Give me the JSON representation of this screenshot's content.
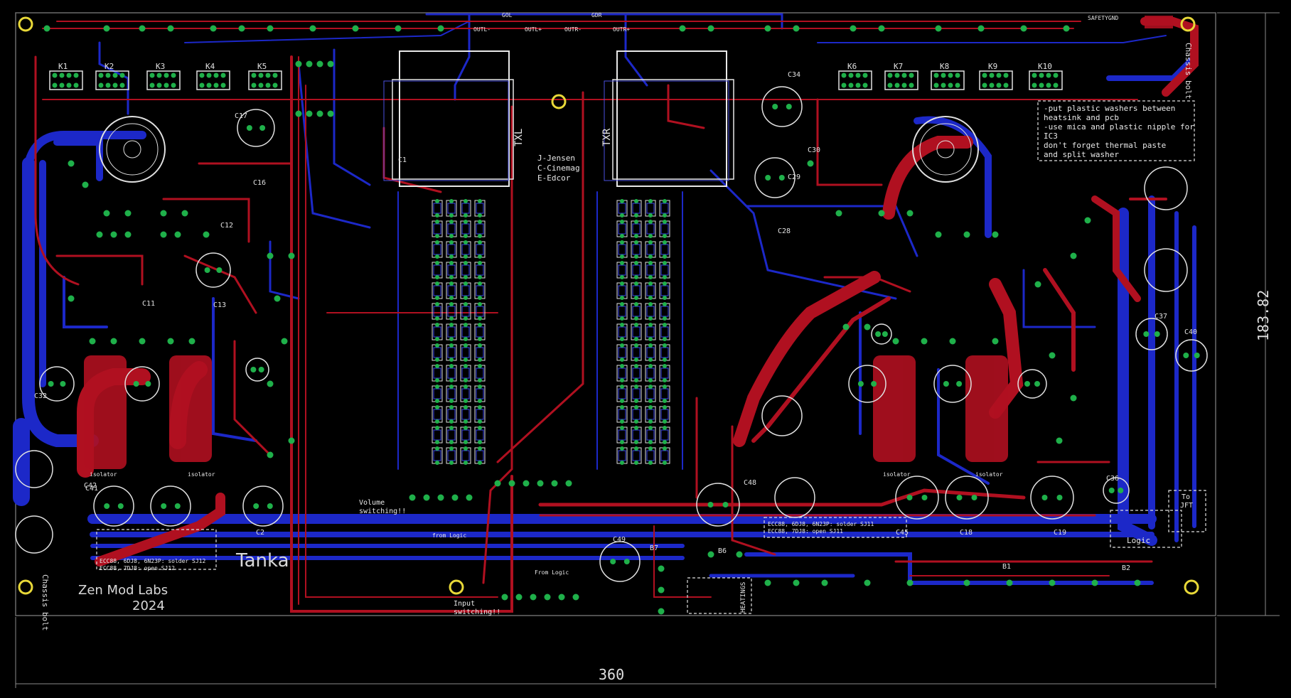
{
  "board": {
    "dimension_width": "360",
    "dimension_height": "183.82",
    "brand_line1": "Zen Mod Labs",
    "brand_line2": "2024",
    "project_name": "Tanka",
    "chassis_label_right": "Chassis bolt",
    "chassis_label_left": "Chassis bolt",
    "safety_label": "SAFETYGND"
  },
  "notes": {
    "mount": [
      "-put plastic washers between",
      "heatsink and pcb",
      "-use mica and plastic nipple for",
      "IC3",
      "don't forget thermal paste",
      "and split washer"
    ],
    "transformers": [
      "J-Jensen",
      "C-Cinemag",
      "E-Edcor"
    ],
    "tube_left": [
      "ECC88, 6DJ8, 6N23P: solder SJ12",
      "ECC88, 7DJ8: open SJ12"
    ],
    "tube_right": [
      "ECC88, 6DJ8, 6N23P: solder SJ11",
      "ECC88, 7DJ8: open SJ11"
    ]
  },
  "labels": {
    "volume": [
      "Volume",
      "switching!!"
    ],
    "from_logic": "from Logic",
    "input": [
      "Input",
      "switching!!"
    ],
    "from_logic2": "From Logic",
    "heatings": "HEATINGS",
    "logic": "Logic",
    "to_jft": [
      "To",
      "JFT"
    ],
    "txl": "TXL",
    "txr": "TXR",
    "isolator": "isolator",
    "gol": "GOL",
    "gdr": "GDR",
    "outl_minus": "OUTL-",
    "outl_plus": "OUTL+",
    "outr_minus": "OUTR-",
    "outr_plus": "OUTR+"
  },
  "relays": [
    "K1",
    "K2",
    "K3",
    "K4",
    "K5",
    "K6",
    "K7",
    "K8",
    "K9",
    "K10"
  ],
  "components": {
    "C17": "C17",
    "C16": "C16",
    "C12": "C12",
    "C13": "C13",
    "C11": "C11",
    "C34": "C34",
    "C29": "C29",
    "C28": "C28",
    "C30": "C30",
    "C42": "C42",
    "C41": "C41",
    "C2": "C2",
    "C45": "C45",
    "C18": "C18",
    "C19": "C19",
    "C48": "C48",
    "C49": "C49",
    "C37": "C37",
    "C40": "C40",
    "C36": "C36",
    "C32": "C32",
    "B7": "B7",
    "B6": "B6",
    "B1": "B1",
    "B2": "B2",
    "C1": "C1"
  },
  "colors": {
    "background": "#000000",
    "top_copper": "#b01020",
    "bottom_copper": "#1c28c8",
    "pad": "#1fb04a",
    "silkscreen": "#e0e0e0",
    "dimension": "#8a8a8a",
    "mount_hole": "#e8d838"
  }
}
